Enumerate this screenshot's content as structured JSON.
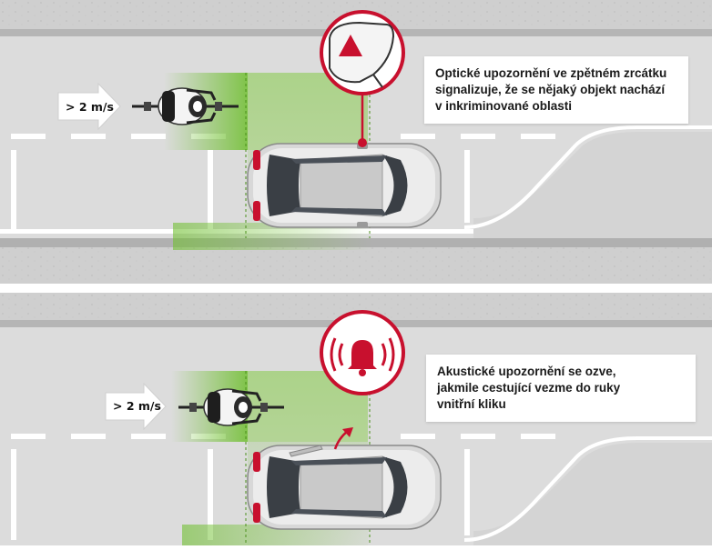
{
  "panel_top": {
    "speed_label": "> 2 m/s",
    "caption_lines": [
      "Optické upozornění ve zpětném zrcátku",
      "signalizuje, že se nějaký objekt nachází",
      "v inkriminované oblasti"
    ],
    "icon": "mirror-warning-triangle-icon"
  },
  "panel_bottom": {
    "speed_label": "> 2 m/s",
    "caption_lines": [
      "Akustické upozornění se ozve,",
      "jakmile cestující vezme do ruky",
      "vnitřní kliku"
    ],
    "icon": "sound-bell-icon"
  },
  "colors": {
    "road": "#dcdcdc",
    "sidewalk": "#cfcfcf",
    "curb": "#b0b0b0",
    "zone_green": "#6fbf2f",
    "alert_red": "#c8102e",
    "lane_marking": "#ffffff"
  }
}
